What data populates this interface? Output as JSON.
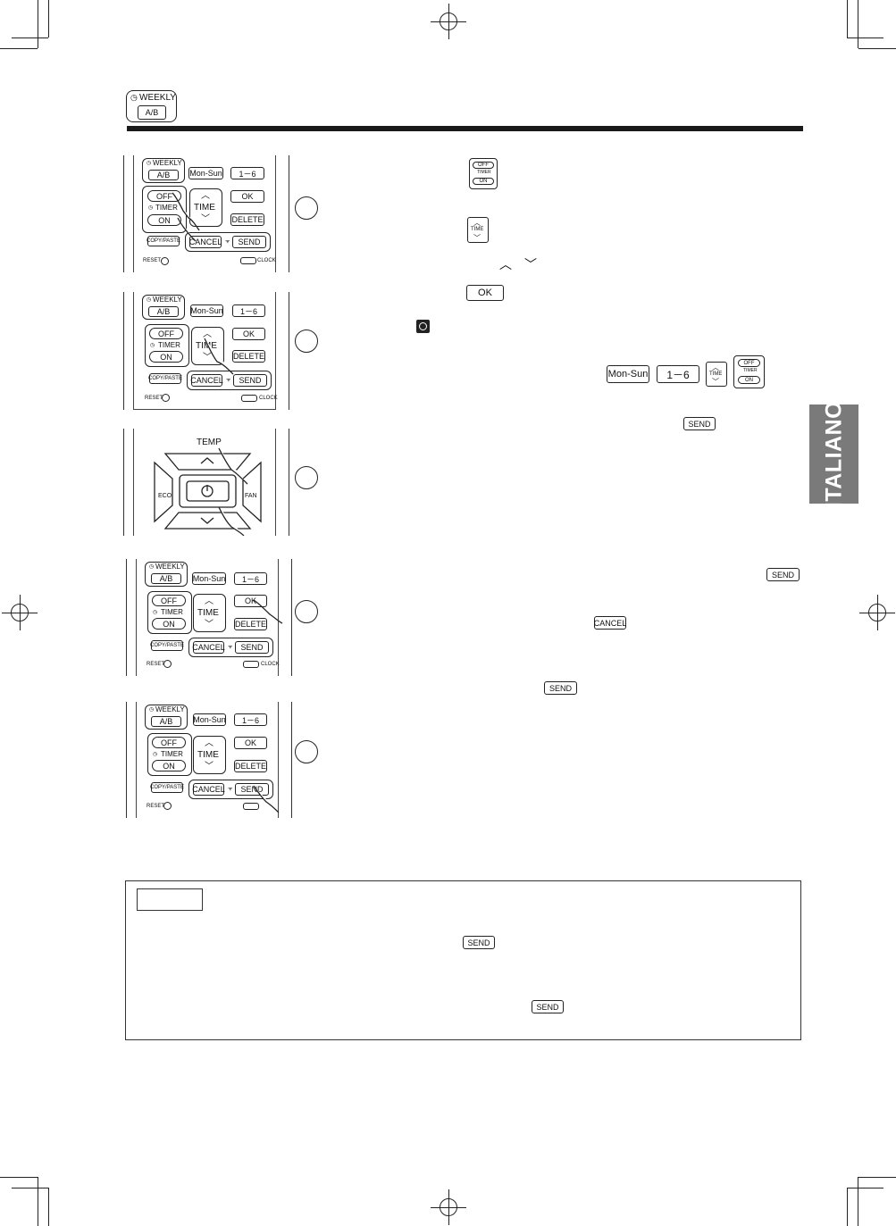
{
  "header_icon": {
    "line1": "WEEKLY",
    "line2": "A/B"
  },
  "remote": {
    "weekly": "WEEKLY",
    "ab": "A/B",
    "mon_sun": "Mon-Sun",
    "one_six": "1－6",
    "off": "OFF",
    "timer": "TIMER",
    "on": "ON",
    "time": "TIME",
    "ok": "OK",
    "delete": "DELETE",
    "copy_paste": "COPY/PASTE",
    "cancel": "CANCEL",
    "send": "SEND",
    "reset": "RESET",
    "clock": "CLOCK",
    "temp": "TEMP",
    "eco": "ECO",
    "fan": "FAN"
  },
  "inline_keys": {
    "off": "OFF",
    "timer": "TIMER",
    "on": "ON",
    "time": "TIME",
    "ok": "OK",
    "mon_sun": "Mon-Sun",
    "one_six": "1－6",
    "send": "SEND",
    "cancel": "CANCEL"
  },
  "side_tab": "ITALIANO"
}
